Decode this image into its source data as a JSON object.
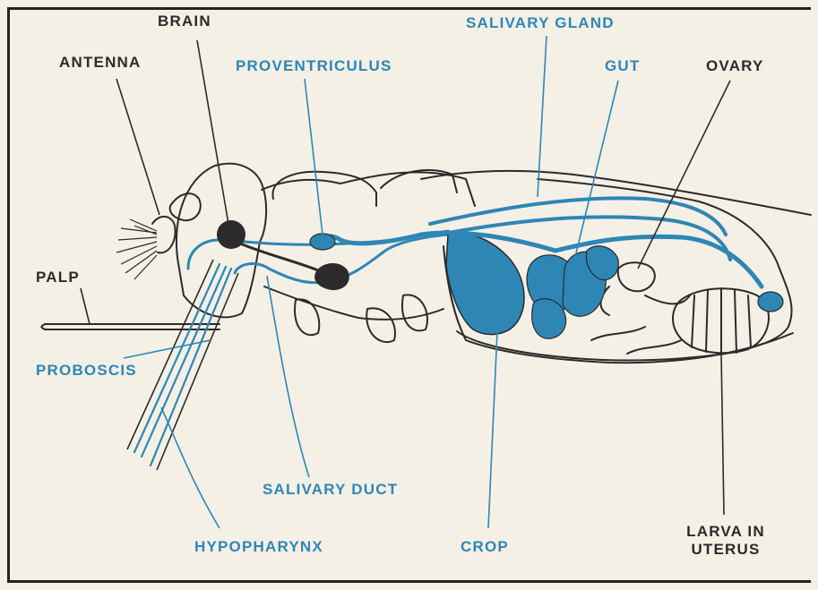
{
  "colors": {
    "organ_blue": "#2e86b5",
    "ink": "#2b2b2b",
    "paper": "#f4f0e6"
  },
  "labels": {
    "brain": "BRAIN",
    "antenna": "ANTENNA",
    "proventriculus": "PROVENTRICULUS",
    "salivary_gland": "SALIVARY GLAND",
    "gut": "GUT",
    "ovary": "OVARY",
    "palp": "PALP",
    "proboscis": "PROBOSCIS",
    "salivary_duct": "SALIVARY DUCT",
    "hypopharynx": "HYPOPHARYNX",
    "crop": "CROP",
    "larva_line1": "LARVA IN",
    "larva_line2": "UTERUS"
  }
}
